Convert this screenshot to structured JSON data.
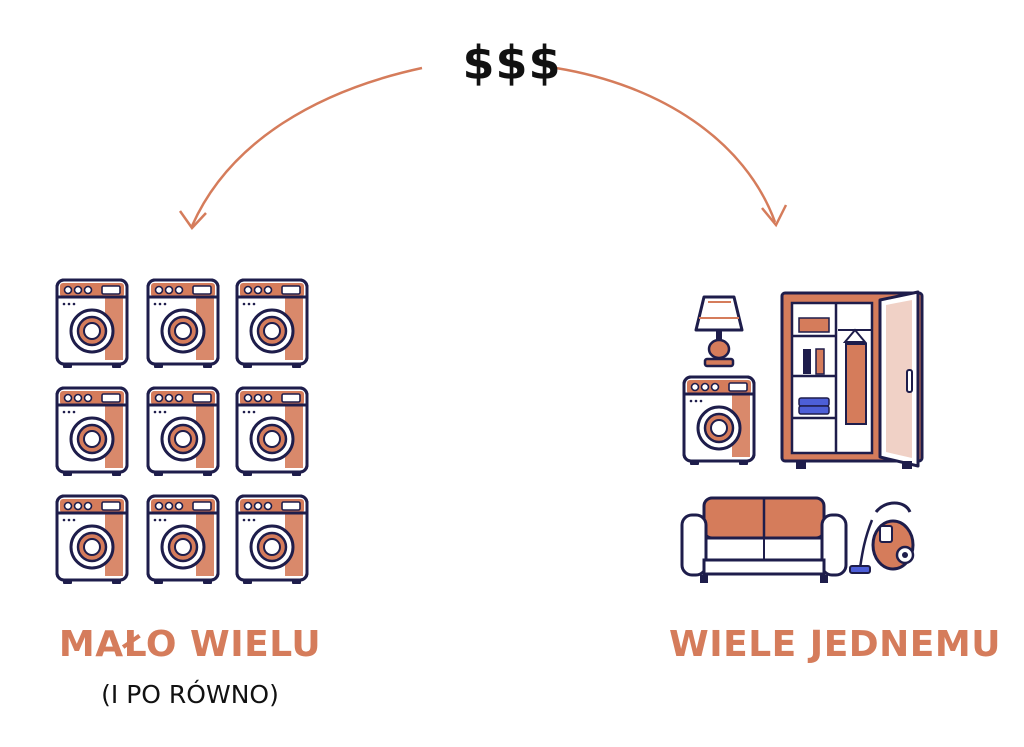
{
  "title": "$$$",
  "left_group": {
    "label": "MAŁO WIELU",
    "sublabel": "(I PO RÓWNO)",
    "items": [
      {
        "icon": "washing-machine-icon"
      },
      {
        "icon": "washing-machine-icon"
      },
      {
        "icon": "washing-machine-icon"
      },
      {
        "icon": "washing-machine-icon"
      },
      {
        "icon": "washing-machine-icon"
      },
      {
        "icon": "washing-machine-icon"
      },
      {
        "icon": "washing-machine-icon"
      },
      {
        "icon": "washing-machine-icon"
      },
      {
        "icon": "washing-machine-icon"
      }
    ]
  },
  "right_group": {
    "label": "WIELE JEDNEMU",
    "items": [
      {
        "icon": "lamp-icon"
      },
      {
        "icon": "washing-machine-icon"
      },
      {
        "icon": "wardrobe-icon"
      },
      {
        "icon": "sofa-icon"
      },
      {
        "icon": "vacuum-cleaner-icon"
      }
    ]
  },
  "colors": {
    "accent": "#d57c5b",
    "outline": "#1e1d4b",
    "text": "#111111",
    "shelf_blue": "#4d5fd8"
  }
}
